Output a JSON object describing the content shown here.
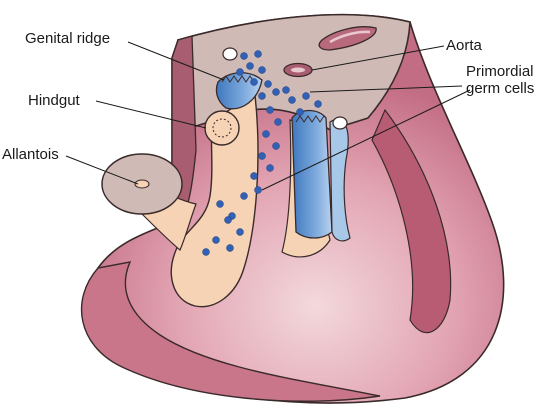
{
  "labels": {
    "genital_ridge": "Genital ridge",
    "hindgut": "Hindgut",
    "allantois": "Allantois",
    "aorta": "Aorta",
    "primordial_line1": "Primordial",
    "primordial_line2": "germ cells"
  },
  "colors": {
    "embryo_outer": "#d98fa3",
    "embryo_highlight": "#f1cfd4",
    "embryo_edge": "#a0485e",
    "section_face": "#cdb8b4",
    "cut_dark": "#a05669",
    "endoderm": "#f7d3b3",
    "mesonephros_blue": "#5e93cf",
    "mesonephros_light": "#a8c8ea",
    "germ_cell": "#3260b4",
    "outline": "#3a2a2a"
  }
}
